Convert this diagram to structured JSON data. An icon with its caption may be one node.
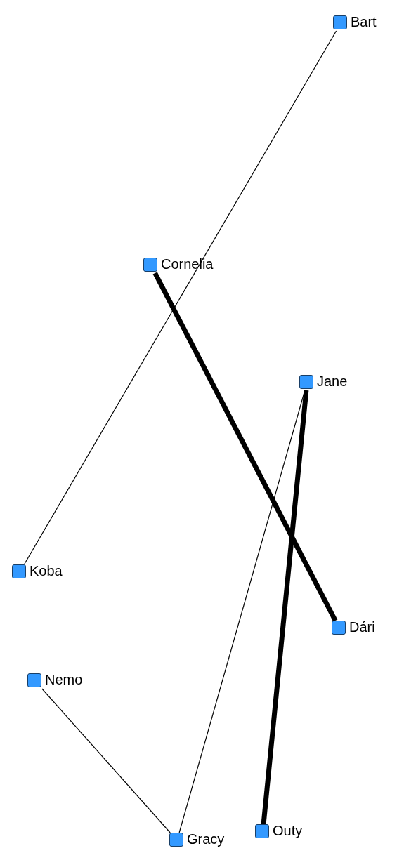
{
  "diagram": {
    "nodes": [
      {
        "text": [
          "Bart"
        ]
      },
      {
        "text": [
          "Cornelia"
        ]
      },
      {
        "text": [
          "Jane"
        ]
      },
      {
        "text": [
          "Koba"
        ]
      },
      {
        "text": [
          "Dári"
        ]
      },
      {
        "text": [
          "Nemo"
        ]
      },
      {
        "text": [
          "Gracy"
        ]
      },
      {
        "text": [
          "Outy"
        ]
      }
    ],
    "edges": [
      {
        "from": 0,
        "to": 3,
        "arrow": "none"
      },
      {
        "from": 1,
        "to": 4,
        "arrow": "none",
        "style": "thick"
      },
      {
        "from": 2,
        "to": 6,
        "arrow": "none"
      },
      {
        "from": 2,
        "to": 7,
        "arrow": "none",
        "style": "thick"
      },
      {
        "from": 5,
        "to": 6,
        "arrow": "none"
      }
    ]
  }
}
